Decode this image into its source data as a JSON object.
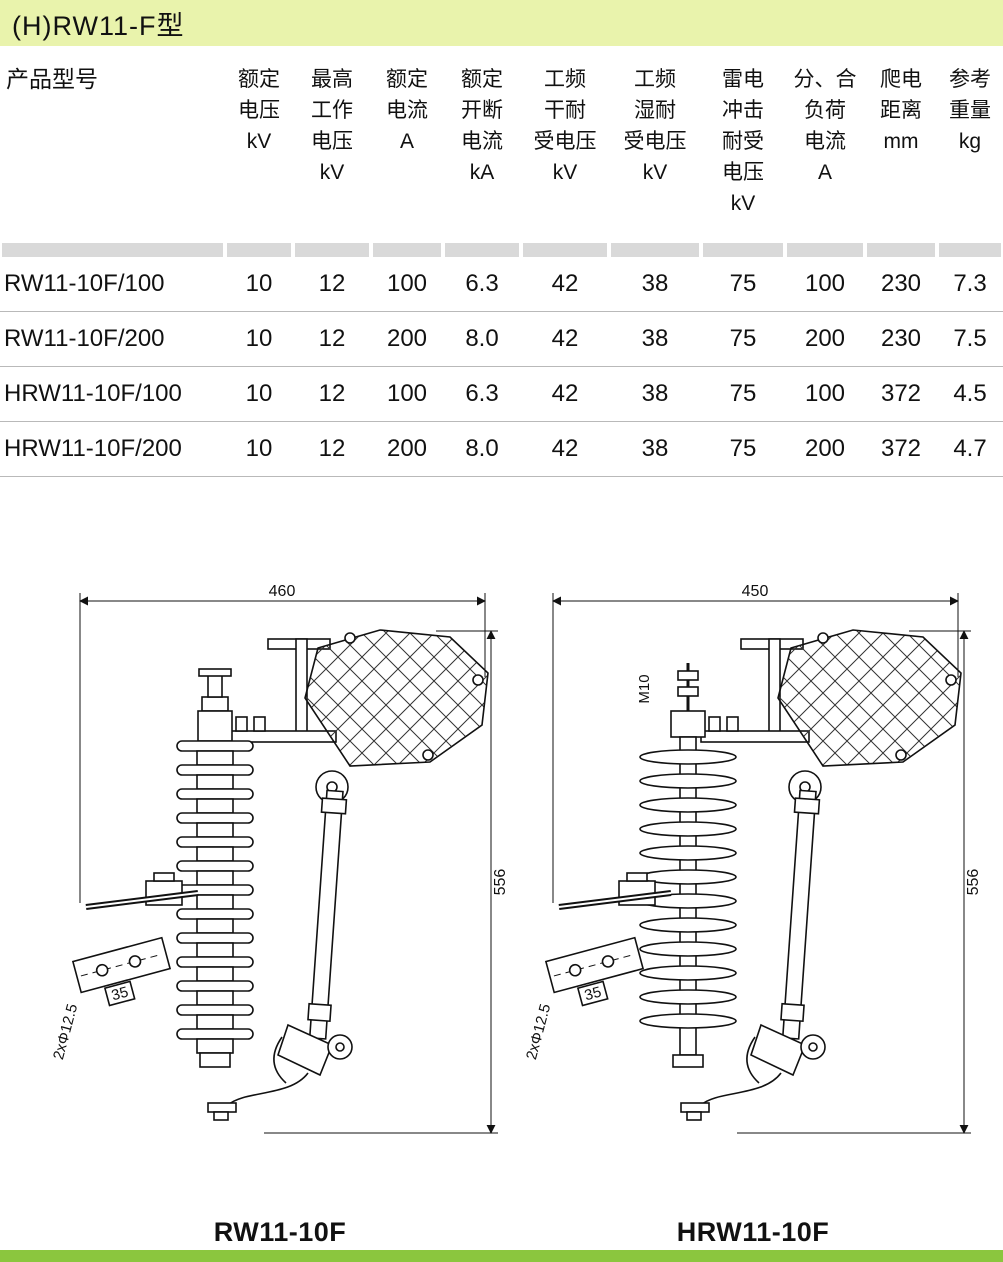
{
  "page": {
    "title": "(H)RW11-F型",
    "colors": {
      "title_bar_bg": "#e9f3ac",
      "bottom_bar": "#8bc63e",
      "separator_band": "#d9d9d9"
    }
  },
  "table": {
    "model_header": "产品型号",
    "header_cells": [
      "额定\n电压\nkV",
      "最高\n工作\n电压\nkV",
      "额定\n电流\nA",
      "额定\n开断\n电流\nkA",
      "工频\n干耐\n受电压\nkV",
      "工频\n湿耐\n受电压\nkV",
      "雷电\n冲击\n耐受\n电压\nkV",
      "分、合\n负荷\n电流\nA",
      "爬电\n距离\nmm",
      "参考\n重量\nkg"
    ],
    "rows": [
      {
        "model": "RW11-10F/100",
        "values": [
          "10",
          "12",
          "100",
          "6.3",
          "42",
          "38",
          "75",
          "100",
          "230",
          "7.3"
        ]
      },
      {
        "model": "RW11-10F/200",
        "values": [
          "10",
          "12",
          "200",
          "8.0",
          "42",
          "38",
          "75",
          "200",
          "230",
          "7.5"
        ]
      },
      {
        "model": "HRW11-10F/100",
        "values": [
          "10",
          "12",
          "100",
          "6.3",
          "42",
          "38",
          "75",
          "100",
          "372",
          "4.5"
        ]
      },
      {
        "model": "HRW11-10F/200",
        "values": [
          "10",
          "12",
          "200",
          "8.0",
          "42",
          "38",
          "75",
          "200",
          "372",
          "4.7"
        ]
      }
    ]
  },
  "figures": [
    {
      "caption": "RW11-10F",
      "width_dim": "460",
      "height_dim": "556",
      "holes_label": "2xΦ12.5",
      "hole_spacing_label": "35"
    },
    {
      "caption": "HRW11-10F",
      "width_dim": "450",
      "height_dim": "556",
      "holes_label": "2xΦ12.5",
      "hole_spacing_label": "35",
      "stud_label": "M10"
    }
  ]
}
